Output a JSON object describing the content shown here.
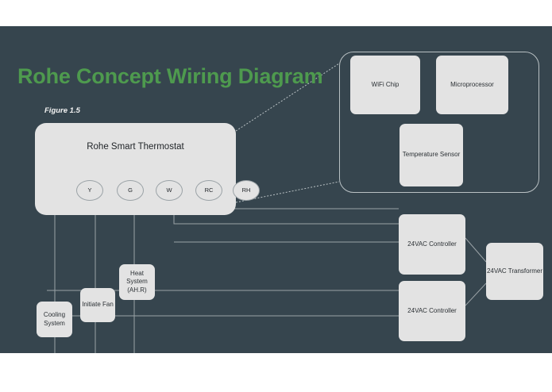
{
  "slide": {
    "title": "Rohe Concept Wiring Diagram",
    "figure_label": "Figure 1.5",
    "background_color": "#36454e",
    "title_color": "#4e9a4e",
    "node_fill_color": "#e3e3e3",
    "wire_color": "#9aa2a6"
  },
  "thermostat": {
    "title": "Rohe Smart Thermostat",
    "terminals": [
      {
        "label": "Y"
      },
      {
        "label": "G"
      },
      {
        "label": "W"
      },
      {
        "label": "RC"
      },
      {
        "label": "RH"
      }
    ]
  },
  "zoom_panel": {
    "components": [
      {
        "label": "WiFi Chip"
      },
      {
        "label": "Microprocessor"
      },
      {
        "label": "Temperature Sensor"
      }
    ]
  },
  "loads": [
    {
      "label": "Cooling System"
    },
    {
      "label": "Initiate Fan"
    },
    {
      "label": "Heat System (AH.R)"
    }
  ],
  "power": {
    "controller_top": "24VAC Controller",
    "controller_bottom": "24VAC Controller",
    "transformer": "24VAC Transformer"
  }
}
